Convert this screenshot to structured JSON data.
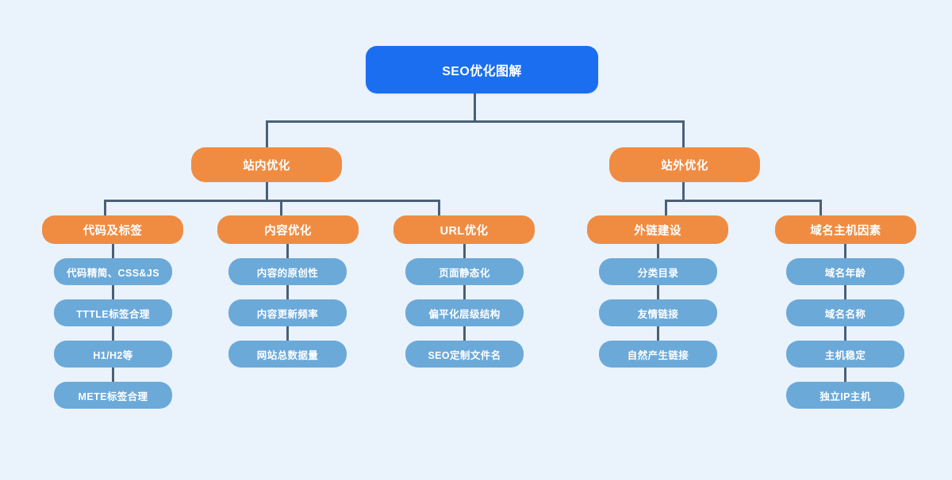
{
  "diagram": {
    "title": "SEO优化图解",
    "background_color": "#eaf3fc",
    "colors": {
      "root": "#1b6ef0",
      "branch": "#f08c42",
      "leaf": "#6ba9d9",
      "connector": "#4a6076",
      "node_text": "#ffffff"
    },
    "root": {
      "label": "SEO优化图解"
    },
    "branches": [
      {
        "label": "站内优化",
        "categories": [
          {
            "label": "代码及标签",
            "items": [
              {
                "label": "代码精简、CSS&JS"
              },
              {
                "label": "TTTLE标签合理"
              },
              {
                "label": "H1/H2等"
              },
              {
                "label": "METE标签合理"
              }
            ]
          },
          {
            "label": "内容优化",
            "items": [
              {
                "label": "内容的原创性"
              },
              {
                "label": "内容更新频率"
              },
              {
                "label": "网站总数据量"
              }
            ]
          },
          {
            "label": "URL优化",
            "items": [
              {
                "label": "页面静态化"
              },
              {
                "label": "偏平化层级结构"
              },
              {
                "label": "SEO定制文件名"
              }
            ]
          }
        ]
      },
      {
        "label": "站外优化",
        "categories": [
          {
            "label": "外链建设",
            "items": [
              {
                "label": "分类目录"
              },
              {
                "label": "友情链接"
              },
              {
                "label": "自然产生链接"
              }
            ]
          },
          {
            "label": "域名主机因素",
            "items": [
              {
                "label": "域名年龄"
              },
              {
                "label": "域名名称"
              },
              {
                "label": "主机稳定"
              },
              {
                "label": "独立IP主机"
              }
            ]
          }
        ]
      }
    ]
  }
}
